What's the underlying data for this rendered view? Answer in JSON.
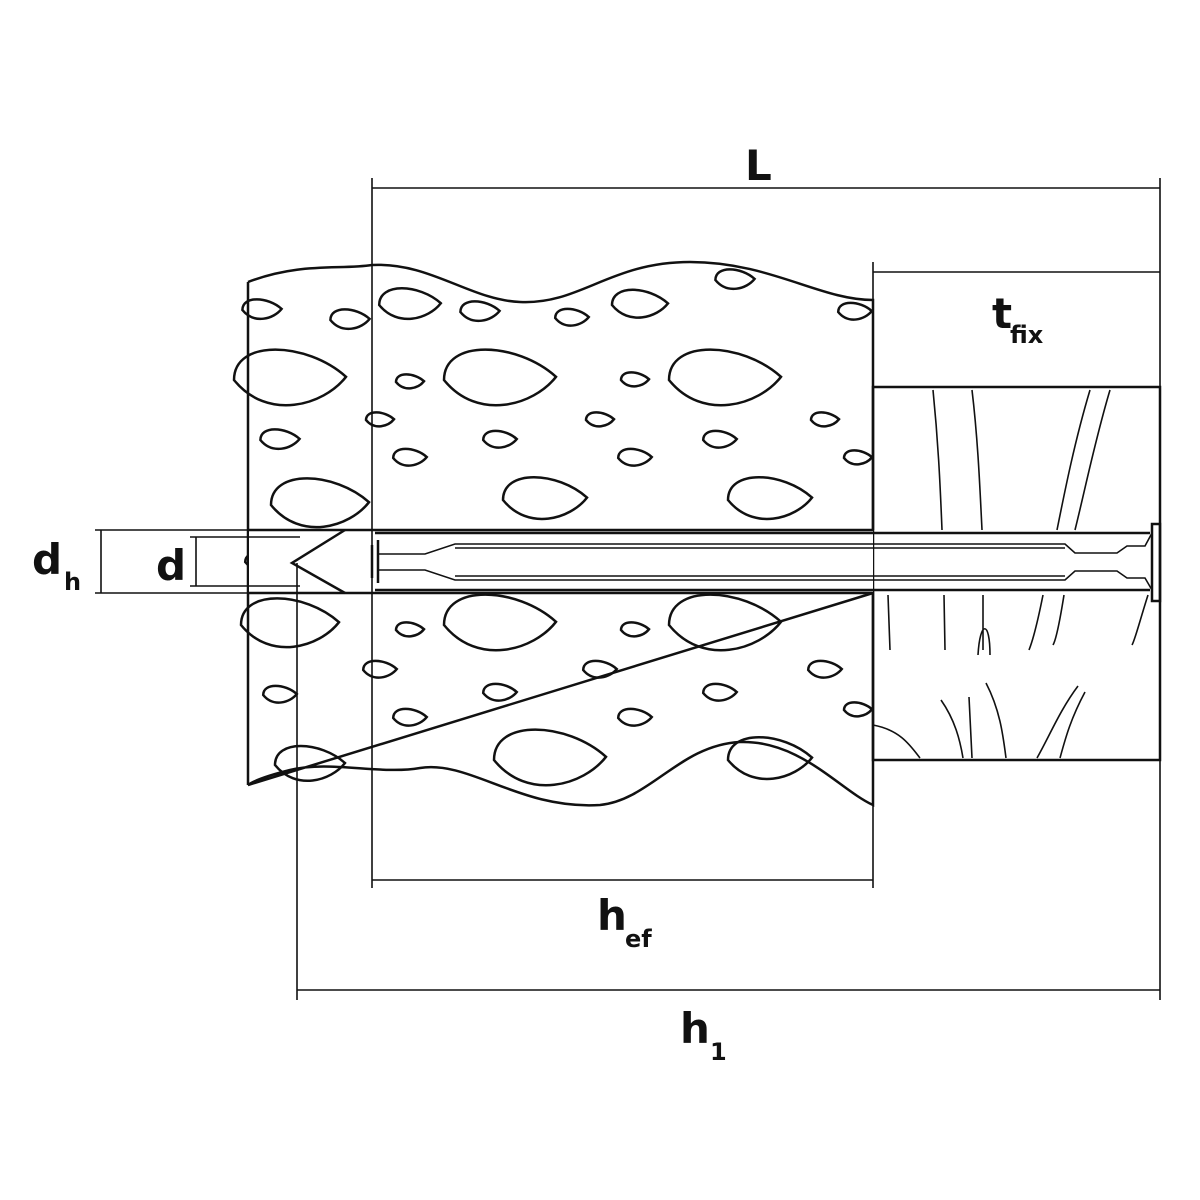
{
  "diagram": {
    "title": "Anchor installation dimensions",
    "colors": {
      "line": "#111111",
      "background": "#ffffff"
    },
    "labels": {
      "L": {
        "main": "L",
        "sub": ""
      },
      "t_fix": {
        "main": "t",
        "sub": "fix"
      },
      "d_h": {
        "main": "d",
        "sub": "h"
      },
      "d": {
        "main": "d",
        "sub": ""
      },
      "h_ef": {
        "main": "h",
        "sub": "ef"
      },
      "h_1": {
        "main": "h",
        "sub": "1"
      }
    }
  }
}
